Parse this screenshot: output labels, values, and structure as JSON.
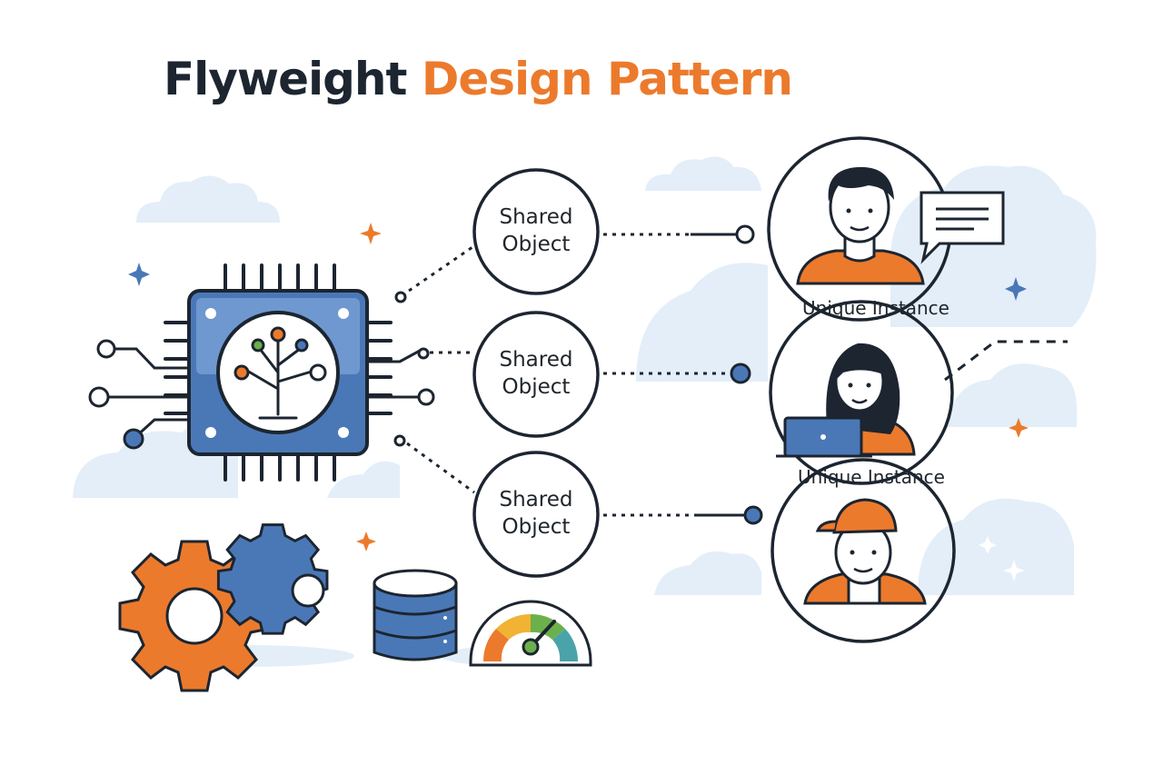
{
  "title": {
    "part1": "Flyweight",
    "part2": "Design Pattern"
  },
  "shared_objects": [
    {
      "line1": "Shared",
      "line2": "Object"
    },
    {
      "line1": "Shared",
      "line2": "Object"
    },
    {
      "line1": "Shared",
      "line2": "Object"
    }
  ],
  "instances": [
    {
      "label": "Unique Instance",
      "icon": "person-speech-icon"
    },
    {
      "label": "Unique Instance",
      "icon": "person-laptop-icon"
    },
    {
      "icon": "person-cap-icon"
    }
  ],
  "icons": [
    "chip-icon",
    "gear-icon",
    "database-icon",
    "gauge-icon",
    "sparkle-icon",
    "cloud-icon"
  ],
  "colors": {
    "orange": "#ec7a2c",
    "blue": "#4a78b7",
    "dark": "#1c2530",
    "cloud": "#e3eef9"
  }
}
